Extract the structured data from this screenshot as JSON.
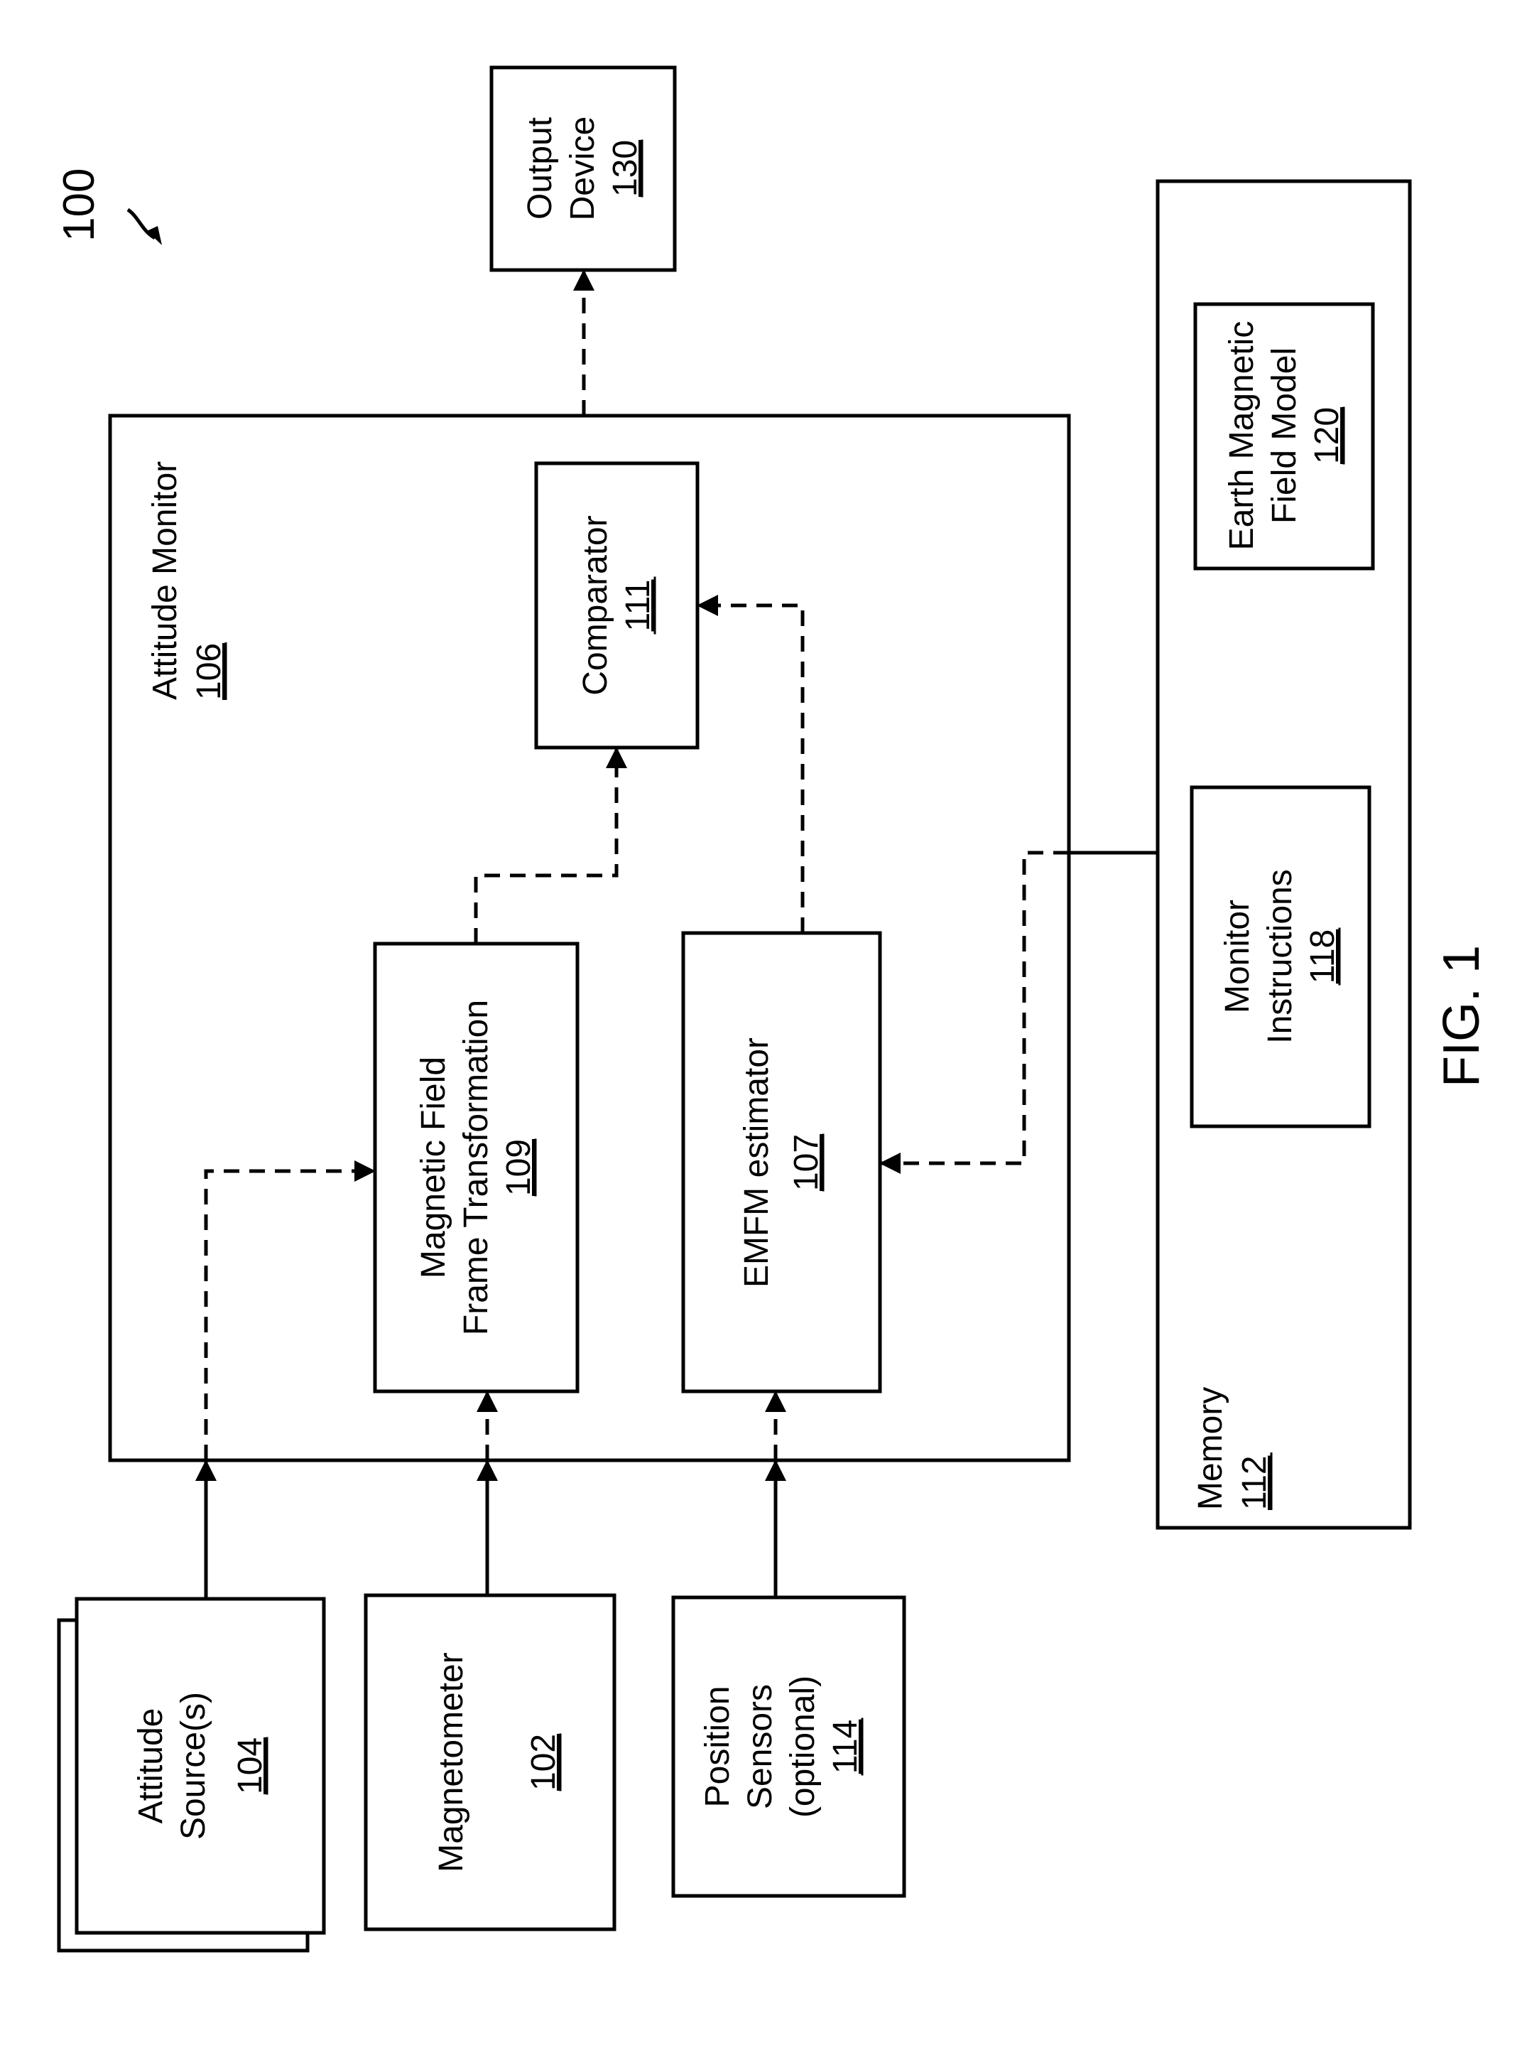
{
  "figure": {
    "ref": "100",
    "caption": "FIG. 1"
  },
  "blocks": {
    "attitude_source": {
      "lines": [
        "Attitude",
        "Source(s)"
      ],
      "number": "104"
    },
    "magnetometer": {
      "lines": [
        "Magnetometer"
      ],
      "number": "102"
    },
    "position_sensors": {
      "lines": [
        "Position",
        "Sensors",
        "(optional)"
      ],
      "number": "114"
    },
    "attitude_monitor": {
      "lines": [
        "Attitude Monitor"
      ],
      "number": "106"
    },
    "transformation": {
      "lines": [
        "Magnetic Field",
        "Frame Transformation"
      ],
      "number": "109"
    },
    "emfm_estimator": {
      "lines": [
        "EMFM estimator"
      ],
      "number": "107"
    },
    "comparator": {
      "lines": [
        "Comparator"
      ],
      "number": "111"
    },
    "output_device": {
      "lines": [
        "Output",
        "Device"
      ],
      "number": "130"
    },
    "memory": {
      "lines": [
        "Memory"
      ],
      "number": "112"
    },
    "monitor_instructions": {
      "lines": [
        "Monitor",
        "Instructions"
      ],
      "number": "118"
    },
    "earth_model": {
      "lines": [
        "Earth Magnetic",
        "Field Model"
      ],
      "number": "120"
    }
  }
}
